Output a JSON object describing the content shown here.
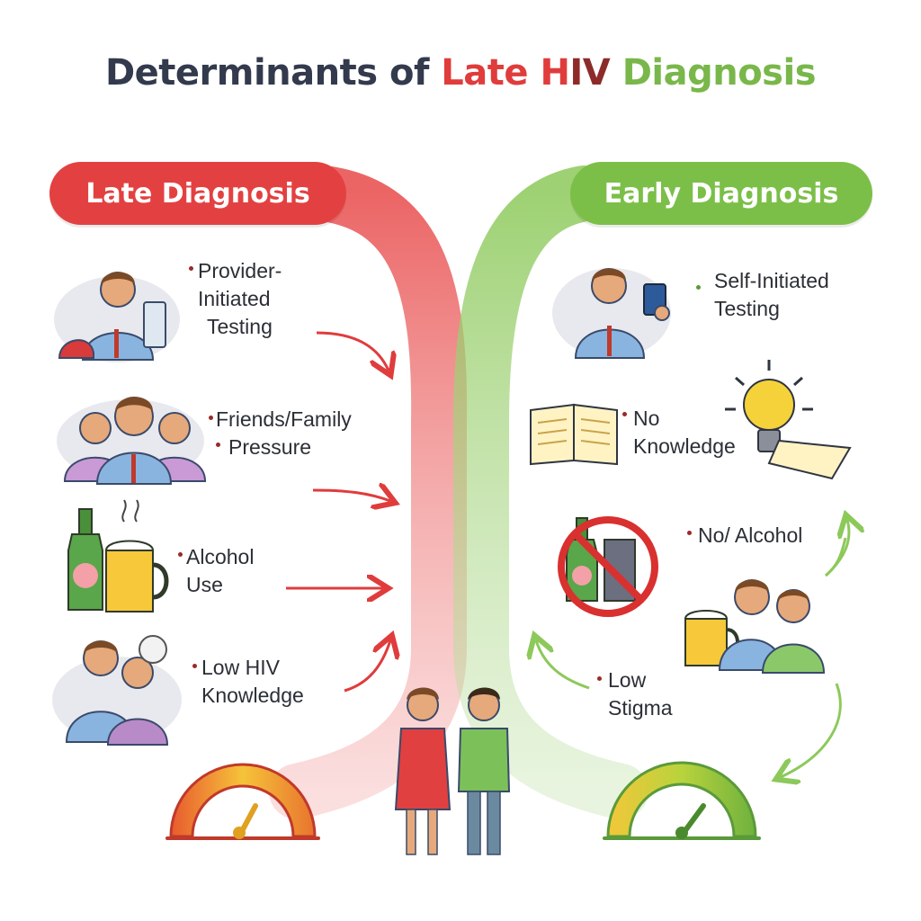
{
  "title": {
    "part1": "Determinants of ",
    "part2": "Late H",
    "part3": "IV ",
    "part4": "Diagnosis"
  },
  "colors": {
    "dark": "#333a4d",
    "red": "#e03c3c",
    "darkred": "#8d2b2b",
    "green": "#79b74a",
    "pill_red": "#e34141",
    "pill_green": "#7cbf48"
  },
  "late": {
    "header": "Late Diagnosis",
    "items": [
      {
        "lines": [
          "Provider-",
          "Initiated",
          "Testing"
        ],
        "icon": "doctor-with-test-kit-icon"
      },
      {
        "lines": [
          "Friends/Family",
          "Pressure"
        ],
        "icon": "group-of-people-icon"
      },
      {
        "lines": [
          "Alcohol",
          "Use"
        ],
        "icon": "alcohol-bottle-and-beer-icon"
      },
      {
        "lines": [
          "Low HIV",
          "Knowledge"
        ],
        "icon": "confused-people-icon"
      }
    ]
  },
  "early": {
    "header": "Early Diagnosis",
    "items": [
      {
        "lines": [
          "Self-Initiated",
          "Testing"
        ],
        "icon": "person-with-self-test-icon"
      },
      {
        "lines": [
          "No",
          "Knowledge"
        ],
        "icon": "book-and-lightbulb-icon"
      },
      {
        "lines": [
          "No/ Alcohol"
        ],
        "icon": "no-alcohol-icon"
      },
      {
        "lines": [
          "Low",
          "Stigma"
        ],
        "icon": "friends-with-beer-icon"
      }
    ]
  }
}
